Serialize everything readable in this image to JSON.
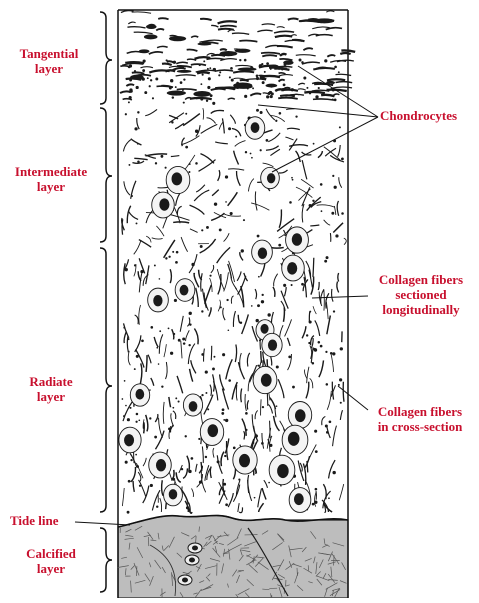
{
  "colors": {
    "label": "#c8102e",
    "ink": "#1a1a1a",
    "calcified_fill": "#bdbdbd"
  },
  "labels": {
    "tangential": [
      "Tangential",
      "layer"
    ],
    "intermediate": [
      "Intermediate",
      "layer"
    ],
    "radiate": [
      "Radiate",
      "layer"
    ],
    "tide_line": "Tide line",
    "calcified": [
      "Calcified",
      "layer"
    ],
    "chondrocytes": "Chondrocytes",
    "collagen_longitudinal": [
      "Collagen fibers",
      "sectioned",
      "longitudinally"
    ],
    "collagen_cross": [
      "Collagen fibers",
      "in cross-section"
    ]
  }
}
